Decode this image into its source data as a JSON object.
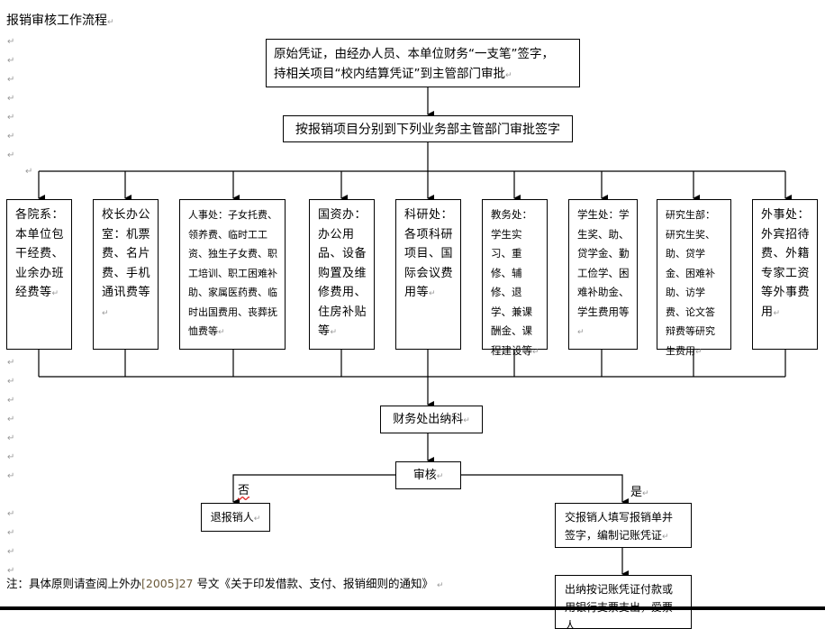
{
  "document": {
    "title": "报销审核工作流程",
    "paragraph_mark": "↵"
  },
  "flow": {
    "start_box": {
      "line1": "原始凭证，由经办人员、本单位财务“一支笔”签字，",
      "line2": "持相关项目“校内结算凭证”到主管部门审批"
    },
    "dispatch_box": "按报销项目分别到下列业务部主管部门审批签字",
    "departments": [
      {
        "name": "各院系",
        "text": "各院系：本单位包干经费、业余办班经费等"
      },
      {
        "name": "校长办公室",
        "text": "校长办公室：机票费、名片费、手机通讯费等"
      },
      {
        "name": "人事处",
        "text": "人事处：子女托费、领养费、临时工工资、独生子女费、职工培训、职工困难补助、家属医药费、临时出国费用、丧葬抚恤费等"
      },
      {
        "name": "国资办",
        "text": "国资办：办公用品、设备购置及维修费用、住房补贴等"
      },
      {
        "name": "科研处",
        "text": "科研处：各项科研项目、国际会议费用等"
      },
      {
        "name": "教务处",
        "text": "教务处：学生实习、重修、辅修、退学、兼课酬金、课程建设等"
      },
      {
        "name": "学生处",
        "text": "学生处：学生奖、助、贷学金、勤工俭学、困难补助金、学生费用等"
      },
      {
        "name": "研究生部",
        "text": "研究生部：研究生奖、助、贷学金、困难补助、访学费、论文答辩费等研究生费用"
      },
      {
        "name": "外事处",
        "text": "外事处：外宾招待费、外籍专家工资等外事费用"
      }
    ],
    "finance_box": "财务处出纳科",
    "audit_box": "审核",
    "branch_no_label": "否",
    "branch_yes_label": "是",
    "reject_box": "退报销人",
    "fill_box": "交报销人填写报销单并签字，编制记账凭证",
    "pay_box": "出纳按记账凭证付款或用银行支票支出，爱票人"
  },
  "note": {
    "prefix": "注：具体原则请查阅上外办",
    "doc_number": "[2005]27",
    "suffix": " 号文《关于印发借款、支付、报销细则的通知》"
  }
}
